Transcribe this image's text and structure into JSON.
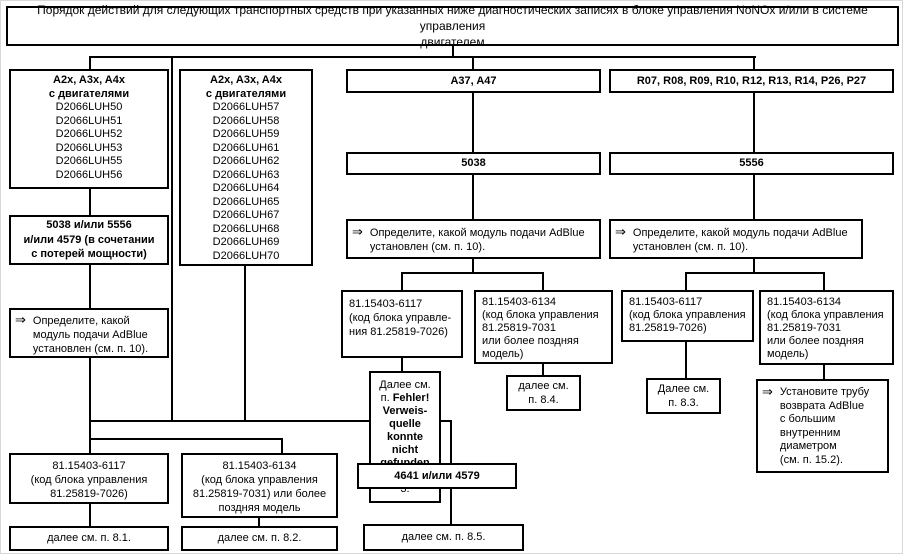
{
  "arrow": "⇒",
  "title": "Порядок действий для следующих транспортных средств при указанных ниже диагностических записях в блоке управления NoNOx и/или в системе управления\nдвигателем",
  "col1": {
    "vehicles_header": "A2x, A3x, A4x\nс двигателями",
    "engines": "D2066LUH50\nD2066LUH51\nD2066LUH52\nD2066LUH53\nD2066LUH55\nD2066LUH56",
    "fault_codes": "5038 и/или 5556\nи/или 4579 (в сочетании\nс потерей мощности)",
    "determine": "Определите, какой\nмодуль подачи AdBlue\nустановлен (см. п. 10).",
    "module_6117": "81.15403-6117\n(код блока управления\n81.25819-7026)",
    "next_6117": "далее см. п. 8.1.",
    "module_6134": "81.15403-6134\n(код блока управления\n81.25819-7031) или более\nпоздняя модель",
    "next_6134": "далее см. п. 8.2."
  },
  "col2": {
    "vehicles_header": "A2x, A3x, A4x\nс двигателями",
    "engines": "D2066LUH57\nD2066LUH58\nD2066LUH59\nD2066LUH61\nD2066LUH62\nD2066LUH63\nD2066LUH64\nD2066LUH65\nD2066LUH67\nD2066LUH68\nD2066LUH69\nD2066LUH70",
    "fault_codes": "4641 и/или 4579",
    "next": "далее см. п. 8.5."
  },
  "col3": {
    "vehicles": "A37, A47",
    "fault_code": "5038",
    "determine": "Определите, какой модуль подачи AdBlue\nустановлен (см. п. 10).",
    "module_6117": "81.15403-6117\n(код блока управле-\nния 81.25819-7026)",
    "module_6134": "81.15403-6134\n(код блока управления\n81.25819-7031\nили более поздняя\nмодель)",
    "error_ref_prefix": "Далее см.\nп. ",
    "error_ref_error": "Fehler!\nVerweis-\nquelle\nkonnte\nnicht\ngefunden\nwerden.",
    "error_ref_suffix": "\n3.",
    "next_6134": "далее см.\nп. 8.4."
  },
  "col4": {
    "vehicles": "R07, R08, R09, R10, R12, R13, R14, P26, P27",
    "fault_code": "5556",
    "determine": "Определите, какой модуль подачи AdBlue\nустановлен (см. п. 10).",
    "module_6117": "81.15403-6117\n(код блока управления\n81.25819-7026)",
    "module_6134": "81.15403-6134\n(код блока управления\n81.25819-7031\nили более поздняя\nмодель)",
    "next_6117": "Далее см.\nп. 8.3.",
    "install_tube": "Установите трубу\nвозврата AdBlue\nс большим\nвнутренним\nдиаметром\n(см. п. 15.2)."
  }
}
